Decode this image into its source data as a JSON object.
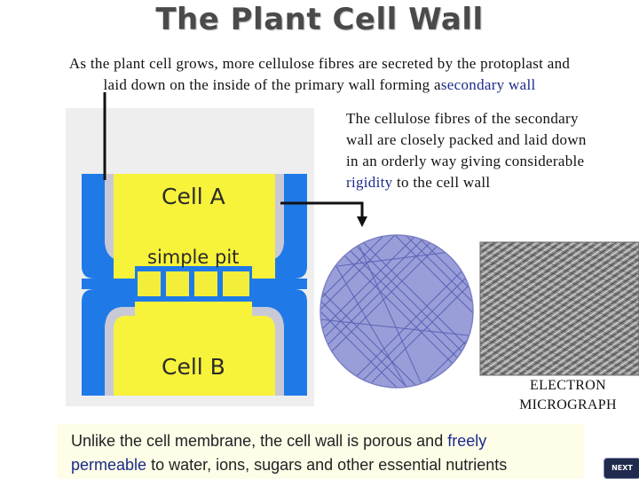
{
  "title": "The Plant Cell Wall",
  "intro": {
    "line1": "As the plant cell grows, more cellulose fibres are secreted by the protoplast and",
    "line2": "laid down on the inside of the primary wall forming a",
    "highlight": "secondary wall"
  },
  "secondary_note": {
    "line1": "The cellulose fibres of the secondary",
    "line2": "wall are closely packed and laid down",
    "line3": "in an orderly way giving considerable",
    "highlight": "rigidity",
    "line4_rest": " to the cell wall"
  },
  "diagram": {
    "cell_a_label": "Cell A",
    "pit_label": "simple pit",
    "cell_b_label": "Cell B",
    "colors": {
      "primary_wall": "#1f7ae8",
      "secondary_wall": "#c8c8d6",
      "cytoplasm": "#f7f23a",
      "pit_cells": "#f2ee3a",
      "fibre_disc": "#9a9ed8",
      "fibre_lines": "#5a63b8"
    }
  },
  "micrograph": {
    "label_line1": "ELECTRON",
    "label_line2": "MICROGRAPH"
  },
  "bottom": {
    "part1": "Unlike the cell membrane, the cell wall is porous and ",
    "highlight1": "freely",
    "highlight2": "permeable",
    "part2": " to water, ions, sugars and other essential nutrients"
  },
  "nav": {
    "next_label": "NEXT"
  }
}
